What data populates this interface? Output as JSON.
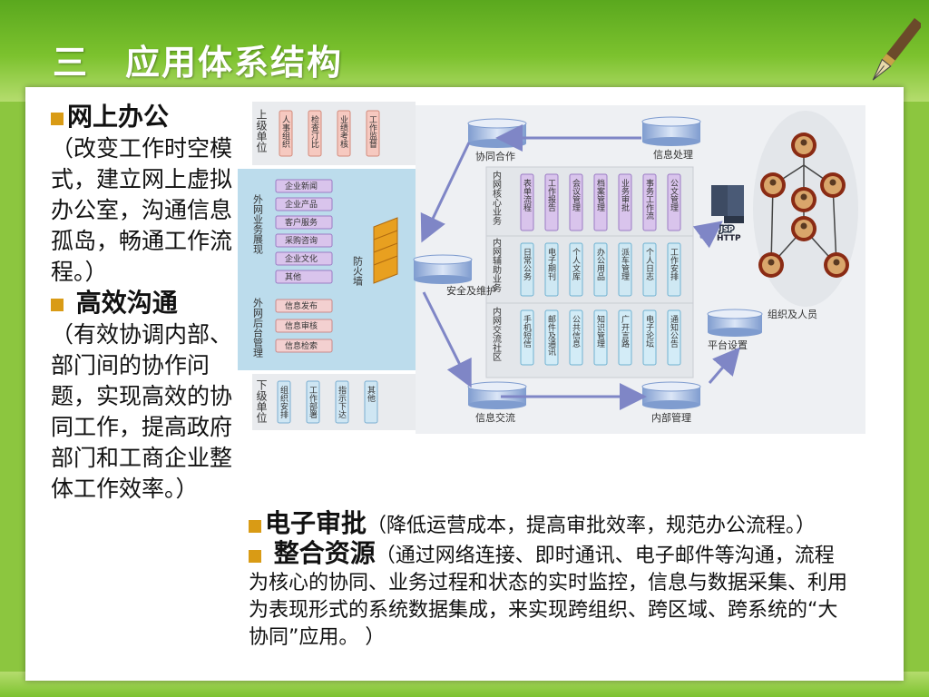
{
  "slide_title": "三　应用体系结构",
  "left_sections": [
    {
      "heading": "网上办公",
      "body": "（改变工作时空模式，建立网上虚拟办公室，沟通信息孤岛，畅通工作流程。）"
    },
    {
      "heading": " 高效沟通",
      "body": "（有效协调内部、部门间的协作问题，实现高效的协同工作，提高政府部门和工商企业整体工作效率。）"
    }
  ],
  "bottom_sections": [
    {
      "heading": "电子审批",
      "body": "（降低运营成本，提高审批效率，规范办公流程。）"
    },
    {
      "heading": " 整合资源",
      "body": "（通过网络连接、即时通讯、电子邮件等沟通，流程为核心的协同、业务过程和状态的实时监控，信息与数据采集、利用为表现形式的系统数据集成，来实现跨组织、跨区域、跨系统的“大协同”应用。 ）"
    }
  ],
  "diagram": {
    "upper_unit": {
      "label": "上级单位",
      "items": [
        "人事组织",
        "检查汀比",
        "业绩考核",
        "工作监督"
      ]
    },
    "external_display": {
      "label": "外网业务展现",
      "items": [
        "企业新闻",
        "企业产品",
        "客户服务",
        "采购咨询",
        "企业文化",
        "其他"
      ]
    },
    "external_admin": {
      "label": "外网后台管理",
      "items": [
        "信息发布",
        "信息审核",
        "信息检索"
      ]
    },
    "lower_unit": {
      "label": "下级单位",
      "items": [
        "组织安排",
        "工作部署",
        "指示下达",
        "其他"
      ]
    },
    "firewall": "防火墙",
    "security": "安全及维护",
    "core_business": {
      "label": "内网核心业务",
      "items": [
        "表单流程",
        "工作报告",
        "会议管理",
        "档案管理",
        "业务审批",
        "事务工作流",
        "公文管理"
      ]
    },
    "aux_business": {
      "label": "内网辅助业务",
      "items": [
        "日常公务",
        "电子期刊",
        "个人文库",
        "办公用品",
        "派车管理",
        "个人日志",
        "工作安排"
      ]
    },
    "exchange": {
      "label": "内网交流社区",
      "items": [
        "手机短信",
        "邮件及通讯",
        "公共信息",
        "知识管理",
        "广开言路",
        "电子论坛",
        "通知公告"
      ]
    },
    "nodes": {
      "collab": "协同合作",
      "info_proc": "信息处理",
      "platform": "平台设置",
      "internal_mgmt": "内部管理",
      "info_exchange": "信息交流"
    },
    "server": {
      "jsp": "JSP",
      "http": "HTTP"
    },
    "org_people": "组织及人员"
  }
}
